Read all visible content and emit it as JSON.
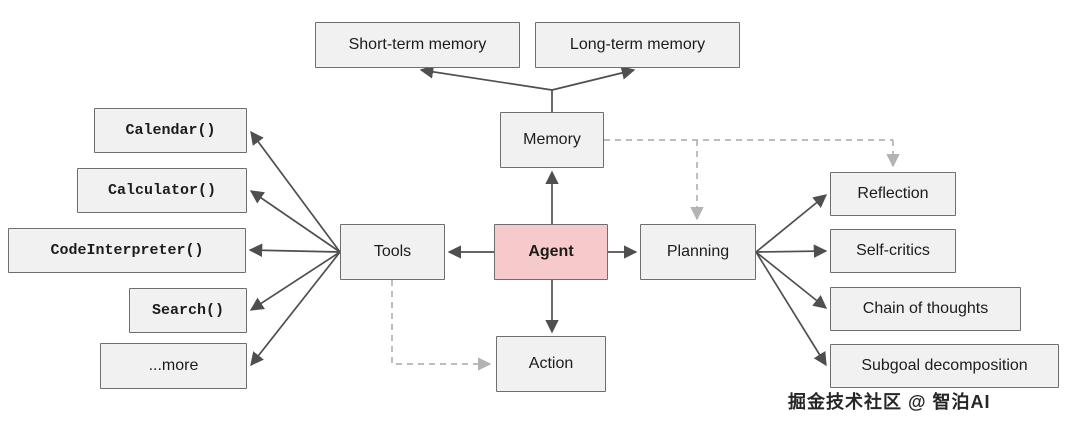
{
  "diagram": {
    "title_hint": "LLM agent architecture overview",
    "nodes": {
      "agent": "Agent",
      "memory": "Memory",
      "tools": "Tools",
      "planning": "Planning",
      "action": "Action",
      "short_term_memory": "Short-term memory",
      "long_term_memory": "Long-term memory"
    },
    "tool_items": [
      "Calendar()",
      "Calculator()",
      "CodeInterpreter()",
      "Search()",
      "...more"
    ],
    "planning_items": [
      "Reflection",
      "Self-critics",
      "Chain of thoughts",
      "Subgoal decomposition"
    ],
    "colors": {
      "agent_fill": "#f6caca",
      "box_fill": "#f1f1f1",
      "box_border": "#6e6e6e",
      "solid_line": "#4f4f4f",
      "dashed_line": "#b3b3b3"
    }
  },
  "watermark": "掘金技术社区 @ 智泊AI"
}
